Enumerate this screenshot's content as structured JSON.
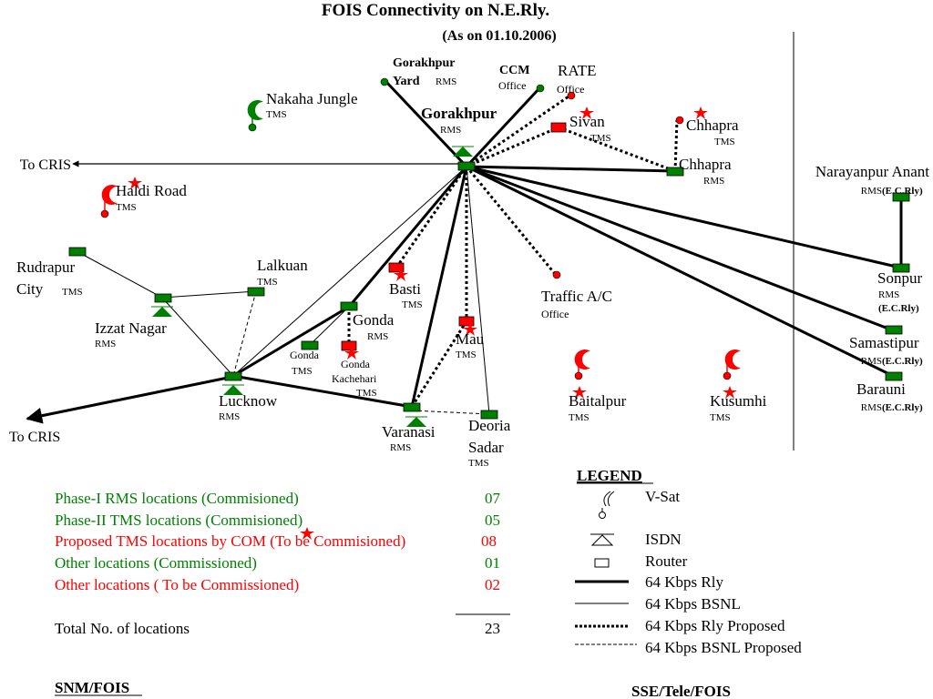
{
  "title": "FOIS Connectivity on N.E.Rly.",
  "subtitle": "(As on 01.10.2006)",
  "destinations": {
    "cris_top": "To CRIS",
    "cris_bottom": "To CRIS"
  },
  "nodes": {
    "gorakhpur_yard": {
      "name_line1": "Gorakhpur",
      "name_line2": "Yard",
      "type": "RMS"
    },
    "ccm_office": {
      "name": "CCM",
      "sub": "Office"
    },
    "rate_office": {
      "name": "RATE",
      "sub": "Office"
    },
    "nakaha_jungle": {
      "name": "Nakaha Jungle",
      "type": "TMS"
    },
    "gorakhpur": {
      "name": "Gorakhpur",
      "type": "RMS"
    },
    "sivan": {
      "name": "Sivan",
      "type": "TMS"
    },
    "chhapra_tms": {
      "name": "Chhapra",
      "type": "TMS"
    },
    "chhapra_rms": {
      "name": "Chhapra",
      "type": "RMS"
    },
    "narayanpur_anant": {
      "name": "Narayanpur Anant",
      "type": "RMS",
      "rly": "(E.C.Rly)"
    },
    "haldi_road": {
      "name": "Haldi Road",
      "type": "TMS"
    },
    "rudrapur_city": {
      "name_line1": "Rudrapur",
      "name_line2": "City",
      "type": "TMS"
    },
    "lalkuan": {
      "name": "Lalkuan",
      "type": "TMS"
    },
    "basti": {
      "name": "Basti",
      "type": "TMS"
    },
    "traffic_ac": {
      "name": "Traffic A/C",
      "sub": "Office"
    },
    "sonpur": {
      "name": "Sonpur",
      "type": "RMS",
      "rly": "(E.C.Rly)"
    },
    "izzat_nagar": {
      "name": "Izzat Nagar",
      "type": "RMS"
    },
    "gonda": {
      "name": "Gonda",
      "type": "RMS"
    },
    "gonda_tms": {
      "name": "Gonda",
      "type": "TMS"
    },
    "gonda_kachehari": {
      "name_line1": "Gonda",
      "name_line2": "Kachehari",
      "type": "TMS"
    },
    "mau": {
      "name": "Mau",
      "type": "TMS"
    },
    "samastipur": {
      "name": "Samastipur",
      "type": "RMS",
      "rly": "(E.C.Rly)"
    },
    "barauni": {
      "name": "Barauni",
      "type": "RMS",
      "rly": "(E.C.Rly)"
    },
    "lucknow": {
      "name": "Lucknow",
      "type": "RMS"
    },
    "varanasi": {
      "name": "Varanasi",
      "type": "RMS"
    },
    "deoria_sadar": {
      "name_line1": "Deoria",
      "name_line2": "Sadar",
      "type": "TMS"
    },
    "baitalpur": {
      "name": "Baitalpur",
      "type": "TMS"
    },
    "kusumhi": {
      "name": "Kusumhi",
      "type": "TMS"
    }
  },
  "summary": {
    "rows": [
      {
        "label": "Phase-I RMS locations (Commisioned)",
        "value": "07",
        "color": "#008000"
      },
      {
        "label": "Phase-II TMS locations (Commisioned)",
        "value": "05",
        "color": "#008000"
      },
      {
        "label": "Proposed TMS locations by COM (To be Commisioned)",
        "value": "08",
        "color": "#ff0000"
      },
      {
        "label": "Other locations (Commissioned)",
        "value": "01",
        "color": "#008000"
      },
      {
        "label": "Other locations ( To be Commissioned)",
        "value": "02",
        "color": "#ff0000"
      }
    ],
    "total_label": "Total No. of locations",
    "total_value": "23"
  },
  "legend": {
    "heading": "LEGEND",
    "items": [
      {
        "label": "V-Sat",
        "icon": "vsat-icon"
      },
      {
        "label": "ISDN",
        "icon": "isdn-icon"
      },
      {
        "label": "Router",
        "icon": "router-icon"
      },
      {
        "label": "64 Kbps Rly",
        "icon": "thick-line"
      },
      {
        "label": "64 Kbps BSNL",
        "icon": "thin-line"
      },
      {
        "label": "64 Kbps Rly Proposed",
        "icon": "dotted-line"
      },
      {
        "label": "64 Kbps BSNL Proposed",
        "icon": "dashed-line"
      }
    ]
  },
  "signatures": {
    "left": "SNM/FOIS",
    "right": "SSE/Tele/FOIS"
  },
  "colors": {
    "router_commissioned": "#008000",
    "router_proposed": "#ff0000",
    "star": "#ff0000",
    "vsat": "#ff0000",
    "green_text": "#008000",
    "red_text": "#ff0000"
  }
}
